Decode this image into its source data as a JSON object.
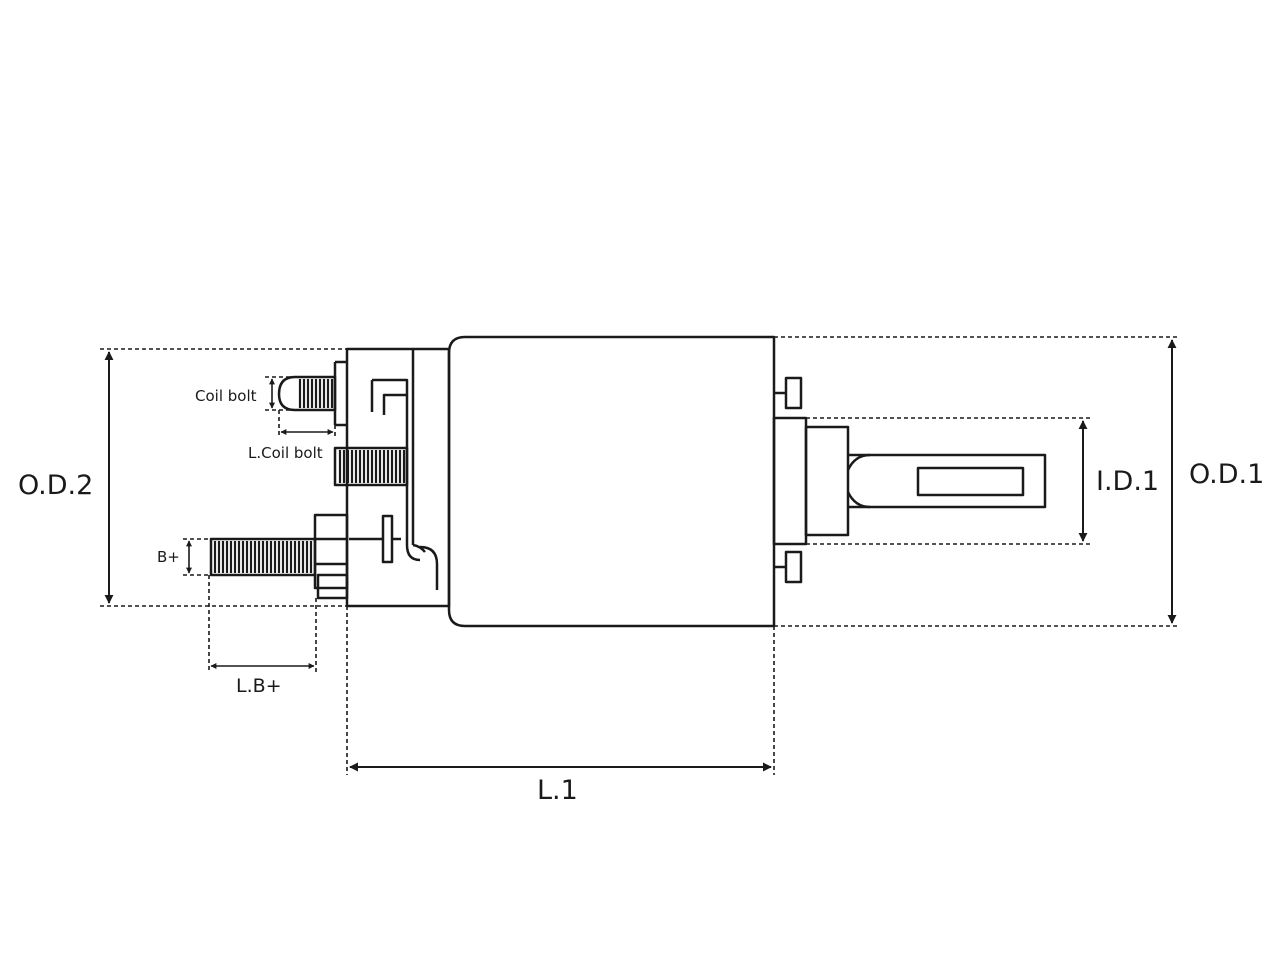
{
  "diagram": {
    "colors": {
      "stroke": "#1a1a1a",
      "background": "#ffffff"
    },
    "labels": {
      "od2": "O.D.2",
      "od1": "O.D.1",
      "id1": "I.D.1",
      "l1": "L.1",
      "coil_bolt": "Coil bolt",
      "l_coil_bolt": "L.Coil bolt",
      "b_plus": "B+",
      "l_b_plus": "L.B+"
    }
  }
}
